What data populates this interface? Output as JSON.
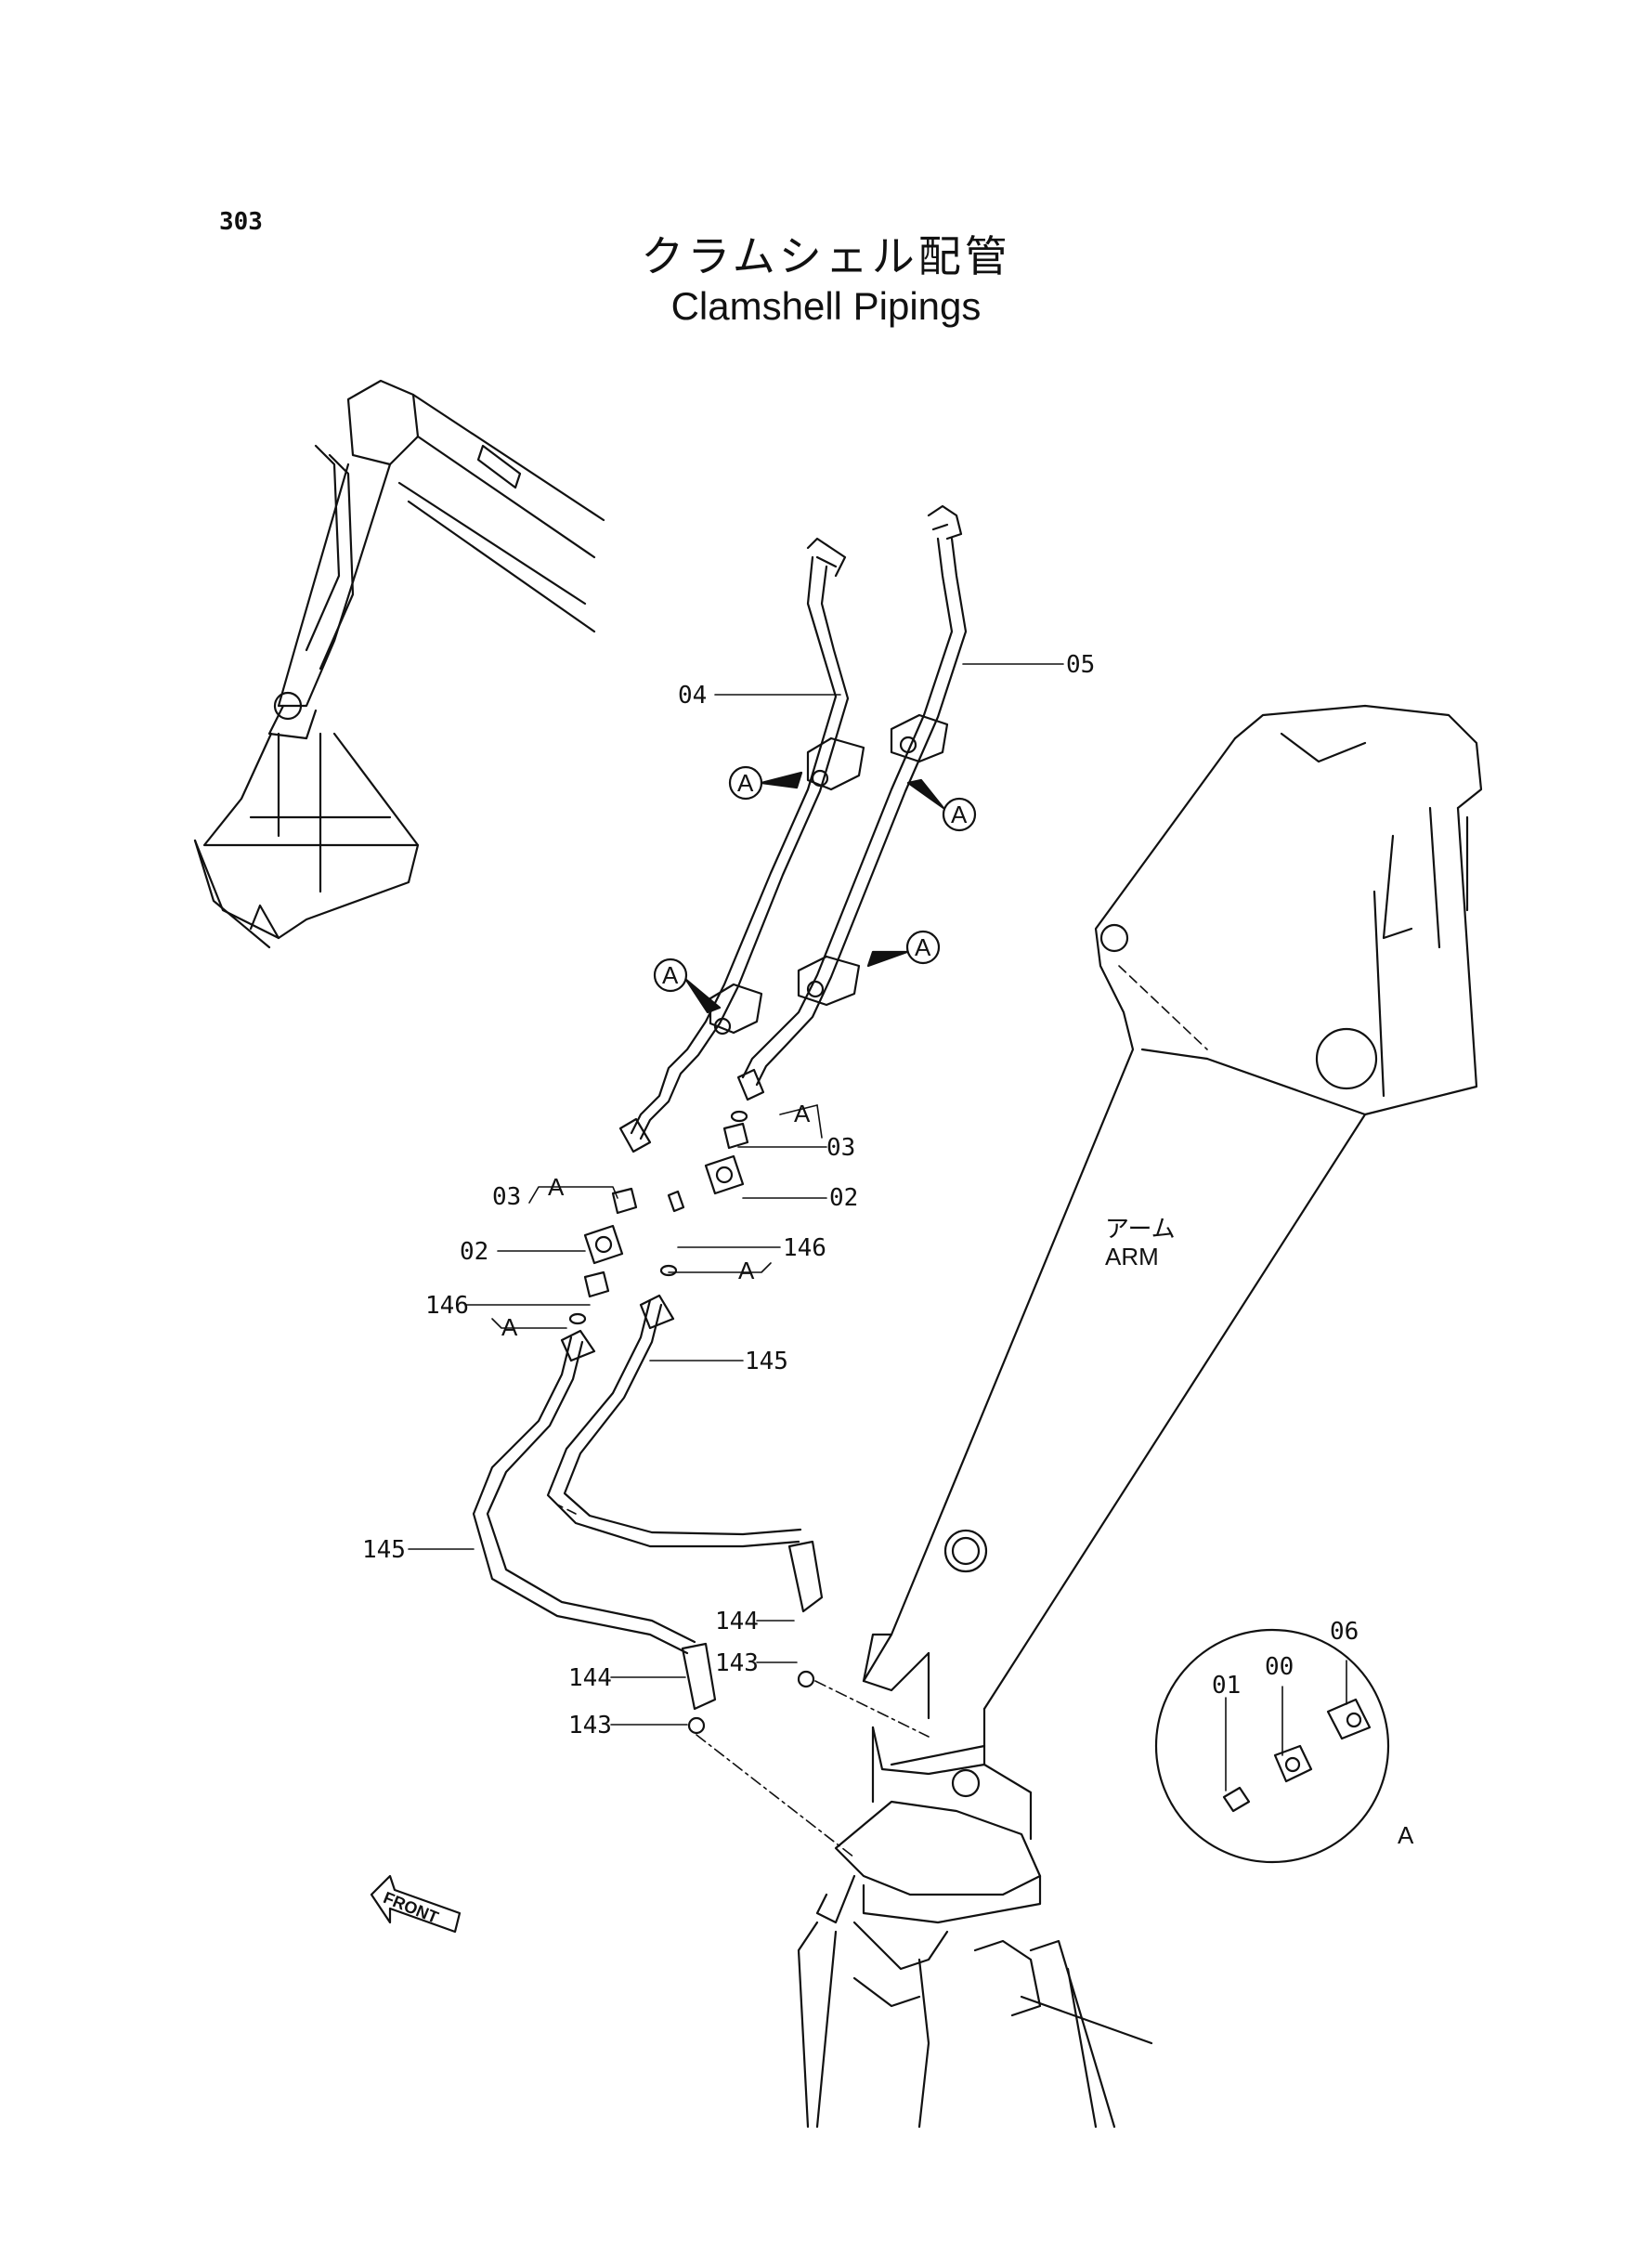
{
  "page_number": "303",
  "title_ja": "クラムシェル配管",
  "title_en": "Clamshell Pipings",
  "part_labels": {
    "p04": "04",
    "p05": "05",
    "p03_left": "03",
    "p03_right": "03",
    "p02_left": "02",
    "p02_right": "02",
    "p146_left": "146",
    "p146_right": "146",
    "p145_left": "145",
    "p145_right": "145",
    "p144_left": "144",
    "p144_right": "144",
    "p143_left": "143",
    "p143_right": "143"
  },
  "ref_letter": "A",
  "arm_label_ja": "アーム",
  "arm_label_en": "ARM",
  "detail": {
    "labels": [
      "01",
      "00",
      "06"
    ],
    "ref": "A"
  },
  "front_label": "FRONT"
}
